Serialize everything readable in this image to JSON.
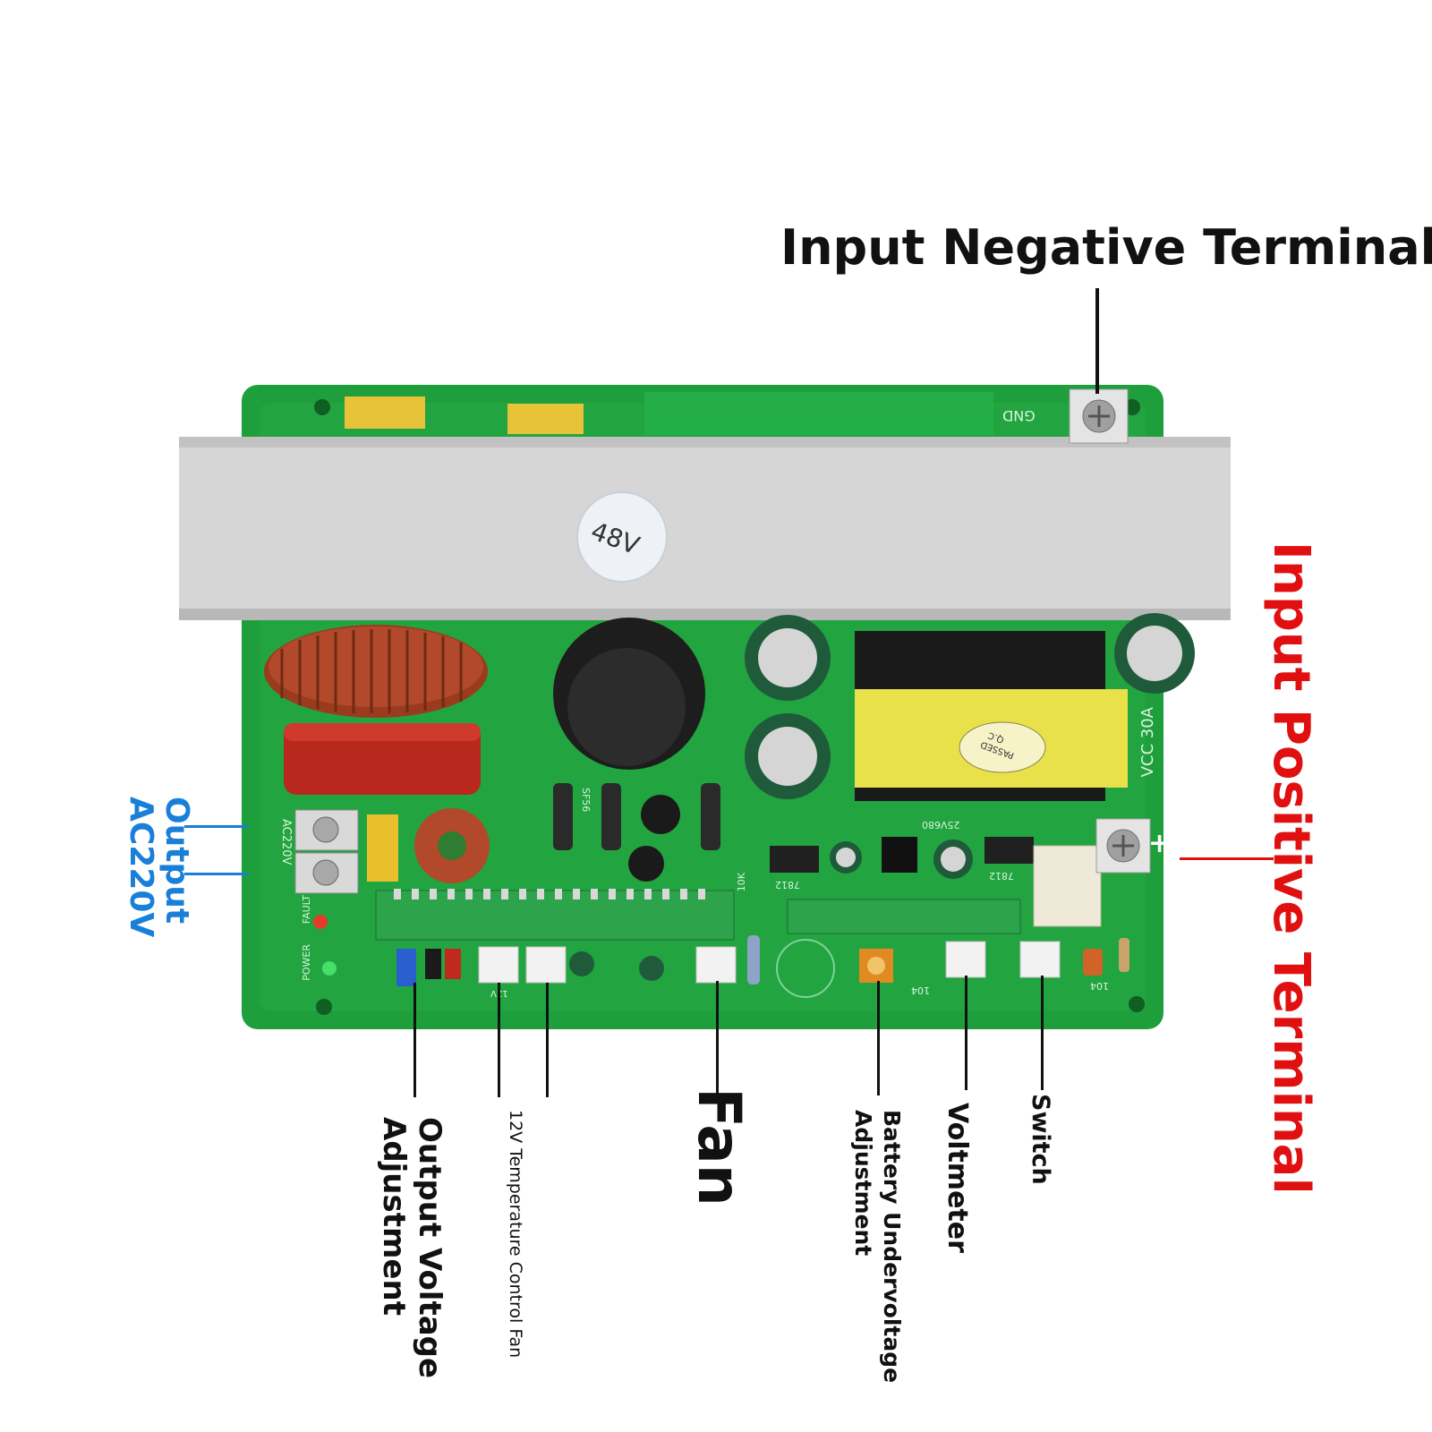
{
  "labels": {
    "input_negative": "Input Negative Terminal",
    "input_positive": "Input Positive Terminal",
    "output_ac_line1": "Output",
    "output_ac_line2": "AC220V",
    "output_voltage_line1": "Output Voltage",
    "output_voltage_line2": "Adjustment",
    "temp_fan": "12V Temperature Control Fan",
    "fan": "Fan",
    "battery_line1": "Battery Undervoltage",
    "battery_line2": "Adjustment",
    "voltmeter": "Voltmeter",
    "switch": "Switch"
  },
  "board": {
    "heatsink_sticker": "48V",
    "gnd_marking": "GND",
    "vcc_marking": "VCC 30A",
    "plus_marking": "+",
    "ac_marking": "AC220V",
    "fault_marking": "FAULT",
    "power_marking": "POWER",
    "reg_1": "7812",
    "reg_2": "7812",
    "cap_marking": "25V680",
    "qc_sticker_line1": "Q.C",
    "qc_sticker_line2": "PASSED",
    "resistor_mark_1": "104",
    "resistor_mark_2": "104",
    "resistor_mark_3": "10K",
    "diode_mark": "SF56",
    "fan_jumper_mark": "12V"
  },
  "colors": {
    "board_green": "#1f9e3c",
    "label_black": "#111111",
    "positive_red": "#e01010",
    "output_blue": "#1a7fd9",
    "heatsink": "#d6d6d6"
  }
}
